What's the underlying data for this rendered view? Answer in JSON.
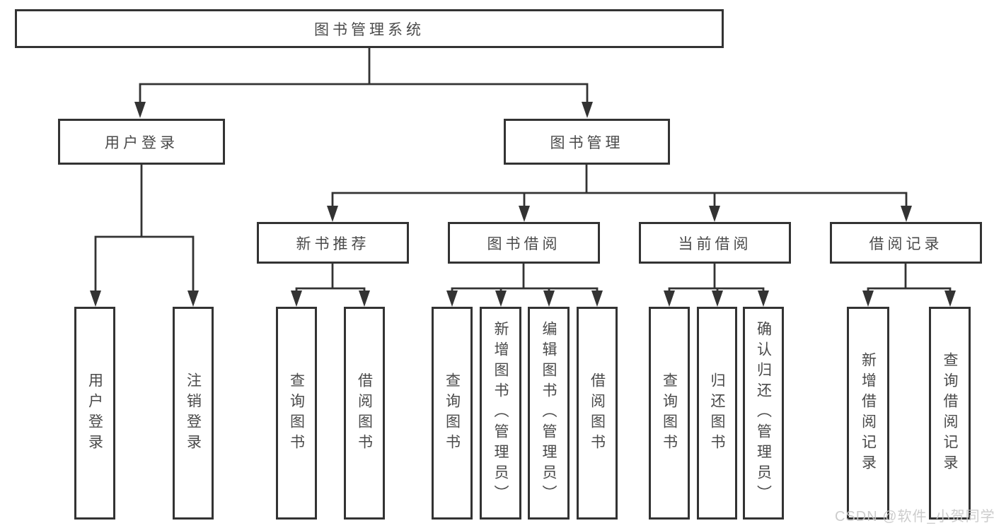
{
  "watermark": "CSDN @软件_小贺同学",
  "colors": {
    "line": "#333333",
    "box_border": "#333333",
    "text": "#4a4a4a",
    "watermark": "#c7c7c7",
    "background": "#ffffff"
  },
  "diagram": {
    "type": "hierarchy-tree",
    "root": {
      "label": "图书管理系统"
    },
    "branches": [
      {
        "label": "用户登录",
        "children": [
          "用户登录",
          "注销登录"
        ]
      },
      {
        "label": "图书管理",
        "sections": [
          {
            "label": "新书推荐",
            "children": [
              "查询图书",
              "借阅图书"
            ]
          },
          {
            "label": "图书借阅",
            "children": [
              "查询图书",
              "新增图书（管理员）",
              "编辑图书（管理员）",
              "借阅图书"
            ]
          },
          {
            "label": "当前借阅",
            "children": [
              "查询图书",
              "归还图书",
              "确认归还（管理员）"
            ]
          },
          {
            "label": "借阅记录",
            "children": [
              "新增借阅记录",
              "查询借阅记录"
            ]
          }
        ]
      }
    ]
  }
}
